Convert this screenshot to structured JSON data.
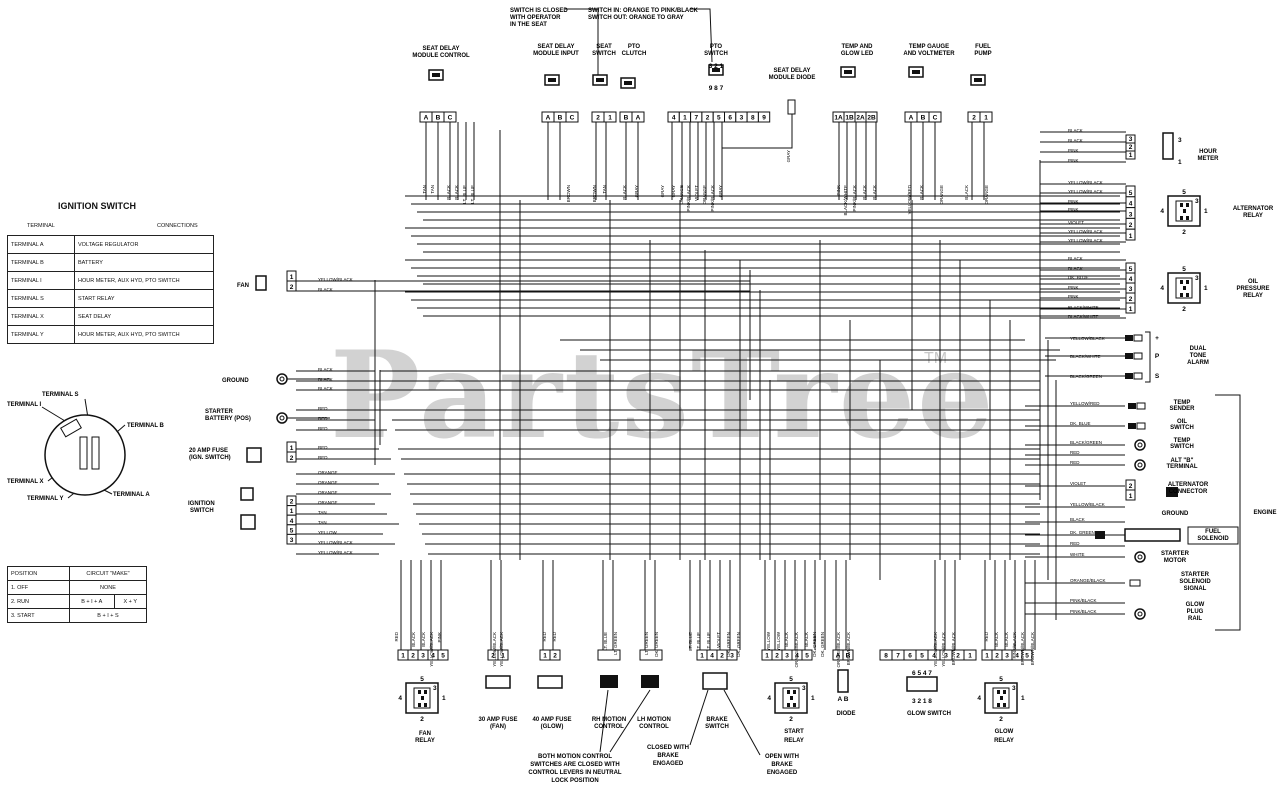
{
  "watermark": {
    "brand": "PartsTree",
    "tm": "TM"
  },
  "ignition": {
    "title": "IGNITION SWITCH",
    "col_terminal": "TERMINAL",
    "col_connections": "CONNECTIONS",
    "rows": [
      {
        "terminal": "TERMINAL A",
        "connections": "VOLTAGE REGULATOR"
      },
      {
        "terminal": "TERMINAL B",
        "connections": "BATTERY"
      },
      {
        "terminal": "TERMINAL I",
        "connections": "HOUR METER, AUX HYD, PTO SWITCH"
      },
      {
        "terminal": "TERMINAL S",
        "connections": "START RELAY"
      },
      {
        "terminal": "TERMINAL X",
        "connections": "SEAT DELAY"
      },
      {
        "terminal": "TERMINAL Y",
        "connections": "HOUR METER, AUX HYD, PTO SWITCH"
      }
    ],
    "switch_labels": {
      "s": "TERMINAL S",
      "i": "TERMINAL I",
      "b": "TERMINAL B",
      "x": "TERMINAL X",
      "y": "TERMINAL Y",
      "a": "TERMINAL A"
    }
  },
  "positions": {
    "col_position": "POSITION",
    "col_circuit": "CIRCUIT \"MAKE\"",
    "rows": [
      {
        "position": "1. OFF",
        "circuit": "NONE",
        "extra": ""
      },
      {
        "position": "2. RUN",
        "circuit": "B + I + A",
        "extra": "X + Y"
      },
      {
        "position": "3. START",
        "circuit": "B + I + S",
        "extra": ""
      }
    ]
  },
  "top": {
    "seat_closed": "SWITCH IS CLOSED",
    "seat_closed2": "WITH OPERATOR",
    "seat_closed3": "IN THE SEAT",
    "pto_in": "SWITCH IN: ORANGE TO PINK/BLACK",
    "pto_out": "SWITCH OUT: ORANGE TO GRAY",
    "seat_delay_ctrl": "SEAT DELAY",
    "seat_delay_ctrl2": "MODULE CONTROL",
    "seat_delay_in": "SEAT DELAY",
    "seat_delay_in2": "MODULE INPUT",
    "seat_sw": "SEAT",
    "seat_sw2": "SWITCH",
    "pto_clutch": "PTO",
    "pto_clutch2": "CLUTCH",
    "pto_sw": "PTO",
    "pto_sw2": "SWITCH",
    "diode": "SEAT DELAY",
    "diode2": "MODULE DIODE",
    "temp_glow": "TEMP AND",
    "temp_glow2": "GLOW LED",
    "gauge": "TEMP GAUGE",
    "gauge2": "AND VOLTMETER",
    "fuel": "FUEL",
    "fuel2": "PUMP"
  },
  "right": {
    "hour": "HOUR",
    "hour2": "METER",
    "alt": "ALTERNATOR",
    "alt2": "RELAY",
    "oil": "OIL",
    "oil2": "PRESSURE",
    "oil3": "RELAY",
    "dual": "DUAL",
    "dual2": "TONE",
    "dual3": "ALARM",
    "temp_sender": "TEMP",
    "temp_sender2": "SENDER",
    "oil_sw": "OIL",
    "oil_sw2": "SWITCH",
    "temp_sw": "TEMP",
    "temp_sw2": "SWITCH",
    "alt_b": "ALT \"B\"",
    "alt_b2": "TERMINAL",
    "alt_conn": "ALTERNATOR",
    "alt_conn2": "CONNECTOR",
    "ground": "GROUND",
    "fuel_sol": "FUEL",
    "fuel_sol2": "SOLENOID",
    "starter": "STARTER",
    "starter2": "MOTOR",
    "sss": "STARTER",
    "sss2": "SOLENOID",
    "sss3": "SIGNAL",
    "glow_rail": "GLOW",
    "glow_rail2": "PLUG",
    "glow_rail3": "RAIL",
    "engine": "ENGINE"
  },
  "left": {
    "fan": "FAN",
    "ground": "GROUND",
    "starter": "STARTER",
    "starter2": "BATTERY (POS)",
    "fuse20": "20 AMP FUSE",
    "fuse20b": "(IGN. SWITCH)",
    "ign": "IGNITION",
    "ign2": "SWITCH"
  },
  "bottom": {
    "fan": "FAN",
    "fan2": "RELAY",
    "fuse30": "30 AMP FUSE",
    "fuse30b": "(FAN)",
    "fuse40": "40 AMP FUSE",
    "fuse40b": "(GLOW)",
    "rh": "RH MOTION",
    "rh2": "CONTROL",
    "lh": "LH MOTION",
    "lh2": "CONTROL",
    "brake": "BRAKE",
    "brake2": "SWITCH",
    "start": "START",
    "start2": "RELAY",
    "diode": "DIODE",
    "diode_ab": "A B",
    "glow_sw": "GLOW SWITCH",
    "glow": "GLOW",
    "glow2": "RELAY",
    "both": "BOTH MOTION CONTROL",
    "both2": "SWITCHES ARE CLOSED WITH",
    "both3": "CONTROL LEVERS IN NEUTRAL",
    "both4": "LOCK POSITION",
    "closed": "CLOSED WITH",
    "closed2": "BRAKE",
    "closed3": "ENGAGED",
    "open": "OPEN WITH",
    "open2": "BRAKE",
    "open3": "ENGAGED"
  },
  "wires": {
    "seat_ctrl": [
      "TAN",
      "TAN",
      "BLACK",
      "BLACK",
      "LT. BLUE",
      "LT. BLUE"
    ],
    "seat_in": [
      "BROWN",
      "BROWN",
      "TAN"
    ],
    "pto_clutch": [
      "BLACK",
      "GRAY"
    ],
    "pto_sw": [
      "GRAY",
      "GRAY",
      "ORANGE",
      "PINK/BLACK",
      "VIOLET",
      "ORANGE",
      "PINK/BLACK",
      "GRAY"
    ],
    "diode": "GRAY",
    "temp_led": [
      "PINK",
      "BLACK/WHITE",
      "PINK/BLACK",
      "BLACK",
      "BLACK"
    ],
    "gauge": [
      "YELLOW/RED",
      "BLACK",
      "ORANGE"
    ],
    "fuel": [
      "BLACK",
      "ORANGE"
    ],
    "hour": [
      "BLACK",
      "BLACK",
      "PINK",
      "PINK"
    ],
    "alt": [
      "YELLOW/BLACK",
      "YELLOW/BLACK",
      "PINK",
      "PINK",
      "VIOLET",
      "YELLOW/BLACK",
      "YELLOW/BLACK"
    ],
    "oil": [
      "BLACK",
      "BLACK",
      "DK. BLUE",
      "PINK",
      "PINK",
      "BLACK/WHITE",
      "BLACK/WHITE"
    ],
    "alarm": [
      "YELLOW/BLACK",
      "BLACK/WHITE",
      "BLACK/GREEN"
    ],
    "engine": [
      "YELLOW/RED",
      "DK. BLUE",
      "BLACK/GREEN",
      "RED",
      "RED",
      "VIOLET",
      "YELLOW/BLACK",
      "BLACK",
      "DK. GREEN",
      "RED",
      "WHITE",
      "ORANGE/BLACK",
      "PINK/BLACK",
      "PINK/BLACK"
    ],
    "fan": [
      "YELLOW/BLACK",
      "BLACK"
    ],
    "ground": [
      "BLACK",
      "BLACK",
      "BLACK"
    ],
    "starter": [
      "RED",
      "RED",
      "RED"
    ],
    "fuse20": [
      "RED",
      "RED"
    ],
    "ign": [
      "ORANGE",
      "ORANGE",
      "ORANGE",
      "ORANGE",
      "TAN",
      "TAN",
      "YELLOW",
      "YELLOW/BLACK",
      "YELLOW/BLACK"
    ],
    "b_fan": [
      "RED",
      "BLACK",
      "BLACK",
      "YELLOW/BLACK",
      "PINK"
    ],
    "b_f30": [
      "YELLOW/BLACK",
      "YELLOW/BLACK"
    ],
    "b_f40": [
      "RED",
      "RED"
    ],
    "b_rh": [
      "LT. BLUE",
      "LT. GREEN"
    ],
    "b_lh": [
      "LT. GREEN",
      "DK. GREEN"
    ],
    "b_brake": [
      "LT. BLUE",
      "LT. BLUE",
      "LT. BLUE",
      "VIOLET",
      "DK. GREEN",
      "DK. GREEN"
    ],
    "b_start": [
      "YELLOW",
      "YELLOW",
      "BLACK",
      "ORANGE/BLACK",
      "BLACK",
      "DK. GREEN",
      "DK. GREEN"
    ],
    "b_diode": [
      "ORANGE/BLACK",
      "BROWN/BLACK"
    ],
    "b_glowsw": [
      "YELLOW/BLACK",
      "YELLOW/BLACK",
      "BROWN/BLACK"
    ],
    "b_glow": [
      "RED",
      "BLACK",
      "BLACK",
      "PINK/BLACK",
      "BROWN/BLACK",
      "BROWN/BLACK"
    ]
  },
  "pins": {
    "seat_ctrl": [
      "A",
      "B",
      "C"
    ],
    "seat_in": [
      "A",
      "B",
      "C"
    ],
    "seat_sw": [
      "2",
      "1"
    ],
    "pto_clutch": [
      "B",
      "A"
    ],
    "pto_sw": [
      "4",
      "1",
      "7",
      "2",
      "5",
      "6",
      "3",
      "8",
      "9"
    ],
    "temp_led": [
      "1A",
      "1B",
      "2A",
      "2B"
    ],
    "gauge": [
      "A",
      "B",
      "C"
    ],
    "fuel": [
      "2",
      "1"
    ],
    "hour": [
      "3",
      "2",
      "1"
    ],
    "alt5": [
      "5",
      "4",
      "3",
      "2",
      "1"
    ],
    "oil5": [
      "5",
      "4",
      "3",
      "2",
      "1"
    ],
    "alarm": [
      "+",
      "P",
      "S"
    ],
    "altc": [
      "2",
      "1"
    ],
    "fan": [
      "1",
      "2"
    ],
    "fuse": [
      "1",
      "2"
    ],
    "ign": [
      "2",
      "1",
      "4",
      "5",
      "3"
    ],
    "b_fan": [
      "1",
      "2",
      "3",
      "4",
      "5"
    ],
    "b_f30": [
      "2",
      "1"
    ],
    "b_f40": [
      "1",
      "2"
    ],
    "b_brake": [
      "1",
      "4",
      "2",
      "3"
    ],
    "b_start": [
      "1",
      "2",
      "3",
      "4",
      "5"
    ],
    "b_diode": [
      "A",
      "B"
    ],
    "b_glowsw": [
      "8",
      "7",
      "6",
      "5",
      "4",
      "3",
      "2",
      "1"
    ],
    "b_glow": [
      "1",
      "2",
      "3",
      "4",
      "5"
    ],
    "relay": [
      "5",
      "4",
      "3",
      "1",
      "2"
    ],
    "glow_top": "6 5 4 7",
    "glow_bot": "3 2 1 8",
    "pto_top": "3 2 1",
    "pto_bot": "9 8 7",
    "temp_conn": [
      "2B",
      "2A",
      "1B",
      "1A"
    ],
    "connABC": [
      "A",
      "B",
      "C"
    ]
  }
}
